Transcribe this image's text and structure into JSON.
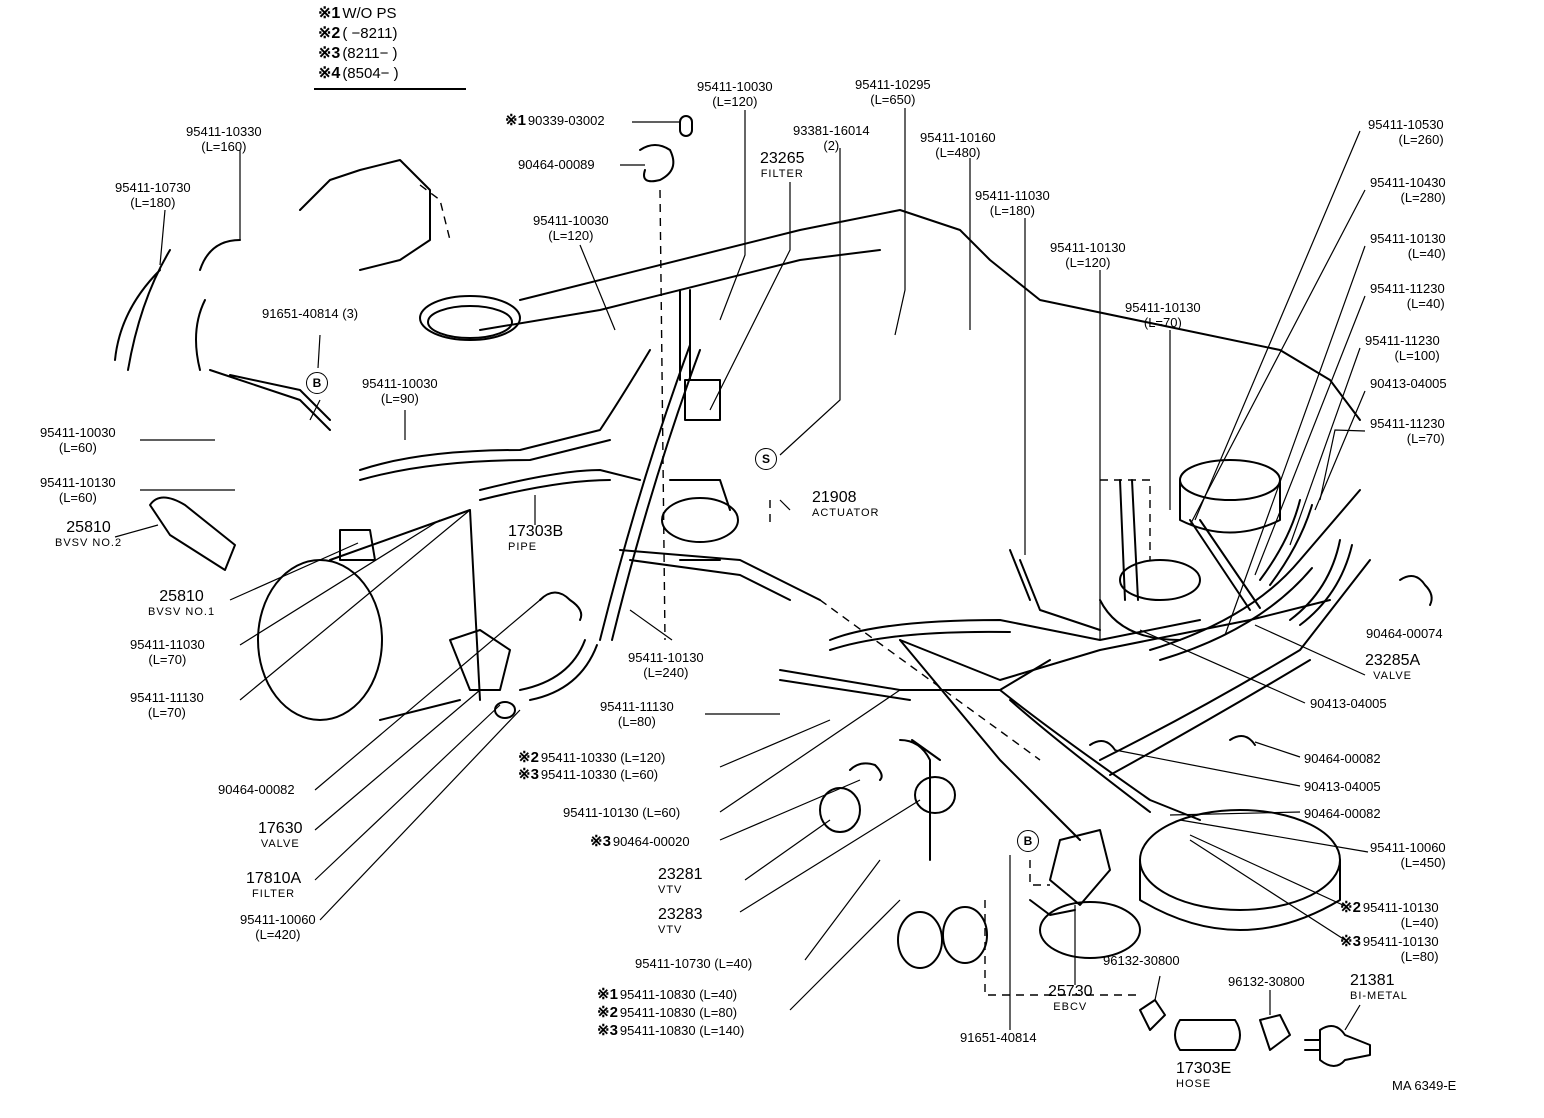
{
  "legend": [
    {
      "mark": "※1",
      "text": "W/O PS"
    },
    {
      "mark": "※2",
      "text": "(      −8211)"
    },
    {
      "mark": "※3",
      "text": "(8211−      )"
    },
    {
      "mark": "※4",
      "text": "(8504−      )"
    }
  ],
  "reference": "MA 6349-E",
  "markers": {
    "b": "B",
    "s": "S"
  },
  "labels": {
    "l01": {
      "num": "95411-10330",
      "sub": "(L=160)"
    },
    "l02": {
      "num": "95411-10730",
      "sub": "(L=180)"
    },
    "l03": {
      "num": "91651-40814 (3)"
    },
    "l04": {
      "num": "95411-10030",
      "sub": "(L=90)"
    },
    "l05": {
      "num": "95411-10030",
      "sub": "(L=60)"
    },
    "l06": {
      "num": "95411-10130",
      "sub": "(L=60)"
    },
    "l07": {
      "num": "25810",
      "sub": "BVSV NO.2"
    },
    "l08": {
      "num": "25810",
      "sub": "BVSV NO.1"
    },
    "l09": {
      "num": "95411-11030",
      "sub": "(L=70)"
    },
    "l10": {
      "num": "95411-11130",
      "sub": "(L=70)"
    },
    "l11": {
      "num": "17303B",
      "sub": "PIPE"
    },
    "l12": {
      "mark": "※1",
      "num": "90339-03002"
    },
    "l13": {
      "num": "90464-00089"
    },
    "l14": {
      "num": "95411-10030",
      "sub": "(L=120)"
    },
    "l15": {
      "num": "95411-10030",
      "sub": "(L=120)"
    },
    "l16": {
      "num": "23265",
      "sub": "FILTER"
    },
    "l17": {
      "num": "93381-16014",
      "sub": "(2)"
    },
    "l18": {
      "num": "95411-10295",
      "sub": "(L=650)"
    },
    "l19": {
      "num": "95411-10160",
      "sub": "(L=480)"
    },
    "l20": {
      "num": "95411-11030",
      "sub": "(L=180)"
    },
    "l21": {
      "num": "95411-10130",
      "sub": "(L=120)"
    },
    "l22": {
      "num": "95411-10130",
      "sub": "(L=70)"
    },
    "l23": {
      "num": "21908",
      "sub": "ACTUATOR"
    },
    "l24": {
      "num": "95411-10530",
      "sub": "(L=260)"
    },
    "l25": {
      "num": "95411-10430",
      "sub": "(L=280)"
    },
    "l26": {
      "num": "95411-10130",
      "sub": "(L=40)"
    },
    "l27": {
      "num": "95411-11230",
      "sub": "(L=40)"
    },
    "l28": {
      "num": "95411-11230",
      "sub": "(L=100)"
    },
    "l29": {
      "num": "90413-04005"
    },
    "l30": {
      "num": "95411-11230",
      "sub": "(L=70)"
    },
    "l31": {
      "num": "90464-00074"
    },
    "l32": {
      "num": "23285A",
      "sub": "VALVE"
    },
    "l33": {
      "num": "90413-04005"
    },
    "l34": {
      "num": "90464-00082"
    },
    "l35": {
      "num": "90413-04005"
    },
    "l36": {
      "num": "90464-00082"
    },
    "l37": {
      "num": "95411-10060",
      "sub": "(L=450)"
    },
    "l38": {
      "mark": "※2",
      "num": "95411-10130",
      "sub": "(L=40)"
    },
    "l39": {
      "mark": "※3",
      "num": "95411-10130",
      "sub": "(L=80)"
    },
    "l40": {
      "num": "21381",
      "sub": "BI-METAL"
    },
    "l41": {
      "num": "96132-30800"
    },
    "l42": {
      "num": "96132-30800"
    },
    "l43": {
      "num": "17303E",
      "sub": "HOSE"
    },
    "l44": {
      "num": "25730",
      "sub": "EBCV"
    },
    "l45": {
      "num": "91651-40814"
    },
    "l46": {
      "num": "95411-10130",
      "sub": "(L=240)"
    },
    "l47": {
      "num": "95411-11130",
      "sub": "(L=80)"
    },
    "l48": {
      "mark": "※2",
      "num": "95411-10330 (L=120)"
    },
    "l49": {
      "mark": "※3",
      "num": "95411-10330 (L=60)"
    },
    "l50": {
      "num": "95411-10130 (L=60)"
    },
    "l51": {
      "mark": "※3",
      "num": "90464-00020"
    },
    "l52": {
      "num": "23281",
      "sub": "VTV"
    },
    "l53": {
      "num": "23283",
      "sub": "VTV"
    },
    "l54": {
      "num": "95411-10730 (L=40)"
    },
    "l55": {
      "mark": "※1",
      "num": "95411-10830 (L=40)"
    },
    "l56": {
      "mark": "※2",
      "num": "95411-10830 (L=80)"
    },
    "l57": {
      "mark": "※3",
      "num": "95411-10830 (L=140)"
    },
    "l58": {
      "num": "90464-00082"
    },
    "l59": {
      "num": "17630",
      "sub": "VALVE"
    },
    "l60": {
      "num": "17810A",
      "sub": "FILTER"
    },
    "l61": {
      "num": "95411-10060",
      "sub": "(L=420)"
    }
  }
}
